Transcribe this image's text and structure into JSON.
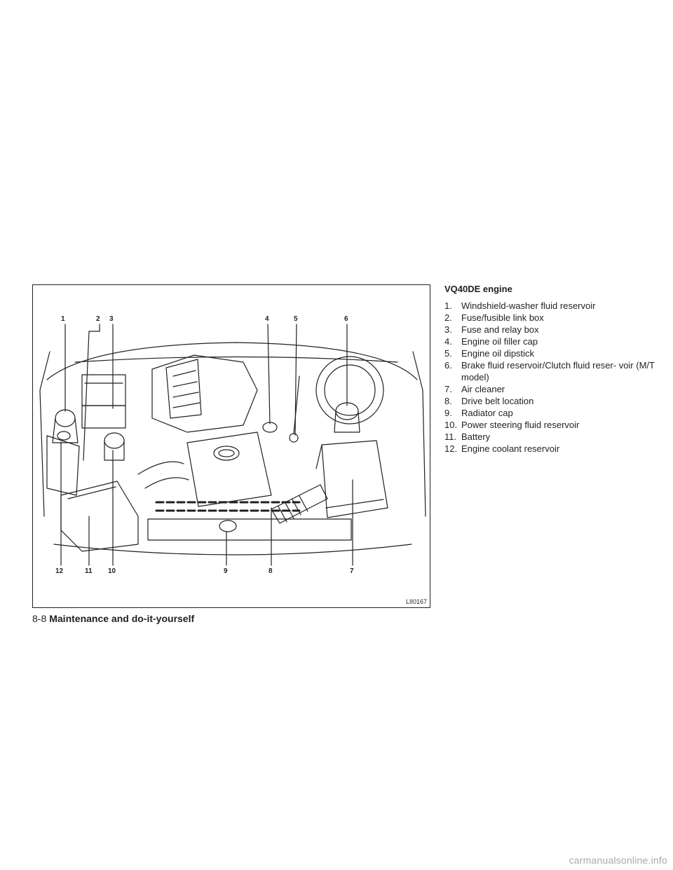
{
  "figure": {
    "code": "LII0167",
    "callouts_top": [
      "1",
      "2",
      "3",
      "4",
      "5",
      "6"
    ],
    "callouts_bottom": [
      "12",
      "11",
      "10",
      "9",
      "8",
      "7"
    ]
  },
  "legend": {
    "title": "VQ40DE engine",
    "items": [
      {
        "num": "1.",
        "text": "Windshield-washer fluid reservoir"
      },
      {
        "num": "2.",
        "text": "Fuse/fusible link box"
      },
      {
        "num": "3.",
        "text": "Fuse and relay box"
      },
      {
        "num": "4.",
        "text": "Engine oil filler cap"
      },
      {
        "num": "5.",
        "text": "Engine oil dipstick"
      },
      {
        "num": "6.",
        "text": "Brake fluid reservoir/Clutch fluid reser- voir (M/T model)"
      },
      {
        "num": "7.",
        "text": "Air cleaner"
      },
      {
        "num": "8.",
        "text": "Drive belt location"
      },
      {
        "num": "9.",
        "text": "Radiator cap"
      },
      {
        "num": "10.",
        "text": "Power steering fluid reservoir"
      },
      {
        "num": "11.",
        "text": "Battery"
      },
      {
        "num": "12.",
        "text": "Engine coolant reservoir"
      }
    ]
  },
  "footer": {
    "page_number": "8-8",
    "section_title": "Maintenance and do-it-yourself"
  },
  "watermark": "carmanualsonline.info"
}
